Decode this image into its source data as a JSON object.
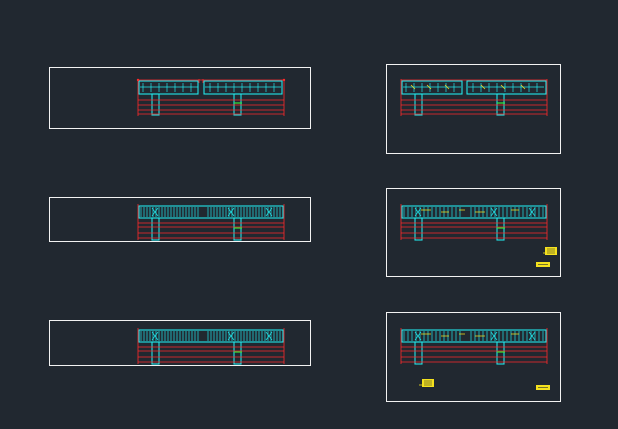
{
  "colors": {
    "background": "#212830",
    "frame": "#f2f2f2",
    "beam": "#22e6ea",
    "dimension": "#ff2a2a",
    "annotation": "#f4e11e",
    "marker": "#37e637"
  },
  "drawing_sheets": [
    {
      "id": "sheet-left-1",
      "style": "open-frame"
    },
    {
      "id": "sheet-left-2",
      "style": "dense-rebar"
    },
    {
      "id": "sheet-left-3",
      "style": "dense-rebar"
    },
    {
      "id": "sheet-right-1",
      "style": "open-frame-annotated"
    },
    {
      "id": "sheet-right-2",
      "style": "dense-rebar-annotated"
    },
    {
      "id": "sheet-right-3",
      "style": "dense-rebar-annotated"
    }
  ],
  "icons": {
    "title_block": "title-block-stamp-icon"
  }
}
